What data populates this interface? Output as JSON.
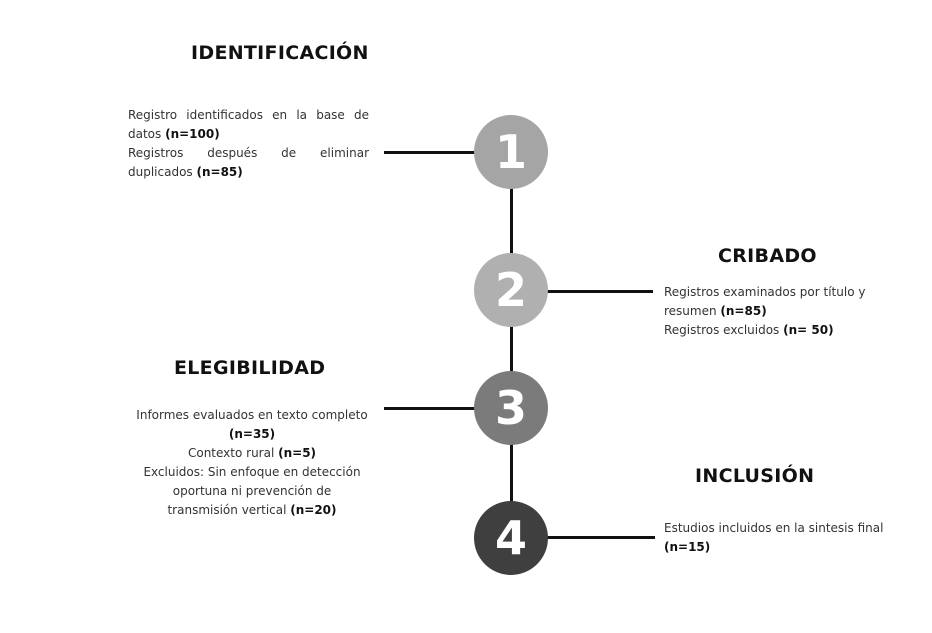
{
  "stages": [
    {
      "title": "IDENTIFICACIÓN",
      "number": "1",
      "color": "#a5a5a5",
      "lines": [
        {
          "text": "Registro identificados en la base de datos ",
          "count": "(n=100)"
        },
        {
          "text": "Registros después de eliminar duplicados ",
          "count": "(n=85)"
        }
      ]
    },
    {
      "title": "CRIBADO",
      "number": "2",
      "color": "#b0b0b0",
      "lines": [
        {
          "text": "Registros examinados por título y resumen ",
          "count": "(n=85)"
        },
        {
          "text": "Registros excluidos ",
          "count": "(n= 50)"
        }
      ]
    },
    {
      "title": "ELEGIBILIDAD",
      "number": "3",
      "color": "#7b7b7b",
      "lines": [
        {
          "text": "Informes evaluados en texto completo ",
          "count": "(n=35)"
        },
        {
          "text": "Contexto rural ",
          "count": "(n=5)"
        },
        {
          "text": "Excluidos: Sin enfoque en detección oportuna ni prevención de transmisión vertical ",
          "count": "(n=20)"
        }
      ]
    },
    {
      "title": "INCLUSIÓN",
      "number": "4",
      "color": "#3f3f3f",
      "lines": [
        {
          "text": "Estudios incluidos en la sintesis final ",
          "count": "(n=15)"
        }
      ]
    }
  ]
}
